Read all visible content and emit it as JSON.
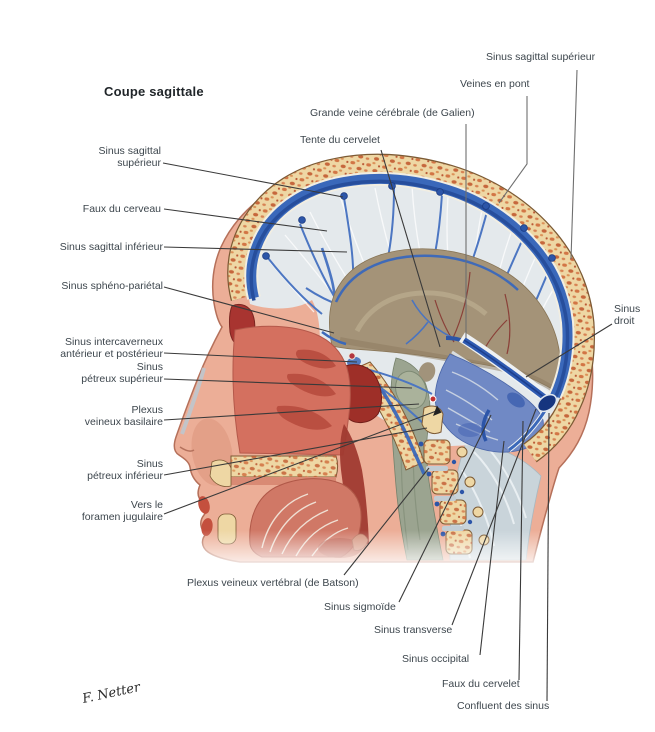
{
  "figure": {
    "title": "Coupe sagittale",
    "signature": "F. Netter",
    "type": "anatomical-plate",
    "subject": "Sinus veineux duraux, coupe sagittale de la tête",
    "colors": {
      "background": "#ffffff",
      "label_text": "#3d464d",
      "leader_line": "#3a3a3a",
      "leader_line_gray": "#6f6f6f",
      "sinus_blue": "#3a68ba",
      "sinus_blue_dark": "#27509c",
      "bone_tan": "#eed7a4",
      "bone_marrow_speckle": "#c96a3a",
      "skin_pink": "#ecae97",
      "falx_white": "#e4e9ec",
      "brain_brown": "#a49378",
      "mucosa_red": "#a83430",
      "nasal_salmon": "#d4705f",
      "muscle_gray_blue": "#c9d4da",
      "brainstem_gray": "#9ba490"
    }
  },
  "annotations": {
    "sinus_sagittal_superieur_left": "Sinus sagittal\nsupérieur",
    "faux_du_cerveau": "Faux du cerveau",
    "sinus_sagittal_inferieur": "Sinus sagittal inférieur",
    "sinus_spheno_parietal": "Sinus sphéno-pariétal",
    "sinus_intercaverneux": "Sinus intercaverneux\nantérieur et postérieur",
    "sinus_petreux_superieur": "Sinus\npétreux supérieur",
    "plexus_veineux_basilaire": "Plexus\nveineux basilaire",
    "sinus_petreux_inferieur": "Sinus\npétreux inférieur",
    "vers_le_foramen_jugulaire": "Vers le\nforamen jugulaire",
    "plexus_veineux_vertebral": "Plexus veineux vertébral (de Batson)",
    "sinus_sigmoide": "Sinus sigmoïde",
    "sinus_transverse": "Sinus transverse",
    "sinus_occipital": "Sinus occipital",
    "faux_du_cervelet": "Faux du cervelet",
    "confluent_des_sinus": "Confluent des sinus",
    "sinus_sagittal_superieur_right": "Sinus sagittal supérieur",
    "veines_en_pont": "Veines en pont",
    "grande_veine_cerebrale": "Grande veine cérébrale (de Galien)",
    "tente_du_cervelet": "Tente du cervelet",
    "sinus_droit": "Sinus\ndroit"
  }
}
